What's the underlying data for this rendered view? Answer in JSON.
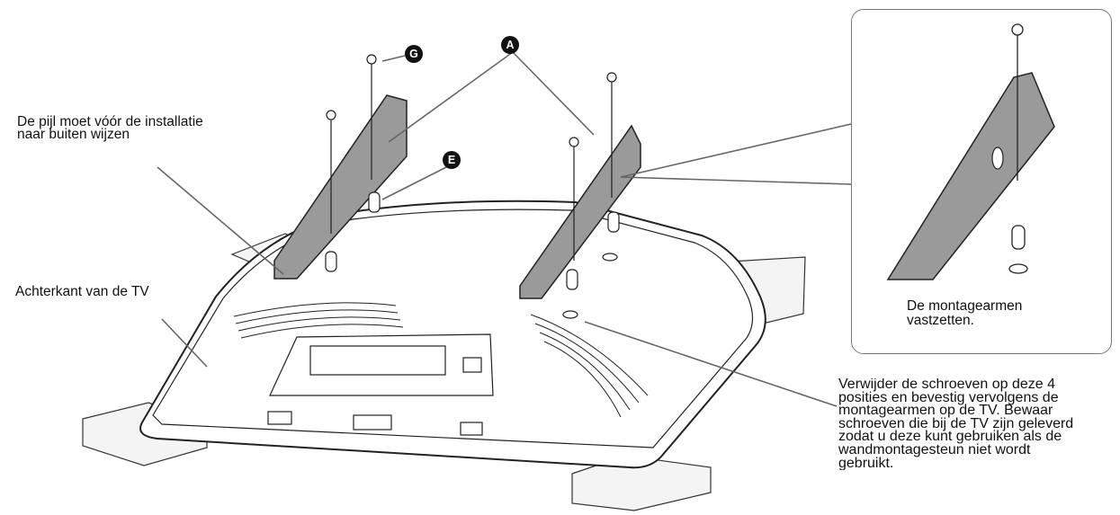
{
  "labels": {
    "arrow_note": "De pijl moet vóór de installatie\nnaar buiten wijzen",
    "tv_back": "Achterkant van de TV",
    "inset_caption": "De montagearmen\nvastzetten.",
    "screw_note": "Verwijder de schroeven op deze 4\nposities en bevestig vervolgens de\nmontagearmen op de TV. Bewaar\nschroeven die bij de TV zijn geleverd\nzodat u deze kunt gebruiken als de\nwandmontagesteun niet wordt\ngebruikt."
  },
  "callouts": {
    "a": "A",
    "g": "G",
    "e": "E"
  },
  "colors": {
    "line": "#222222",
    "bracket": "#9a9a9a",
    "tv_face": "#ffffff",
    "block": "#f4f4f4"
  }
}
